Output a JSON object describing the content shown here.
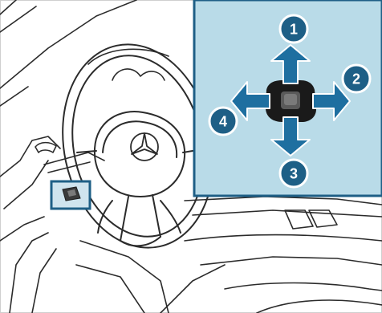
{
  "illustration": {
    "subject": "vehicle-cockpit-steering-wheel",
    "accent_color": "#1e5f86",
    "inset_background": "#b9dbe8",
    "line_color": "#2b2b2b"
  },
  "inset": {
    "control": "joystick-button",
    "directions": [
      {
        "number": "1",
        "direction": "up"
      },
      {
        "number": "2",
        "direction": "right"
      },
      {
        "number": "3",
        "direction": "down"
      },
      {
        "number": "4",
        "direction": "left"
      }
    ]
  }
}
